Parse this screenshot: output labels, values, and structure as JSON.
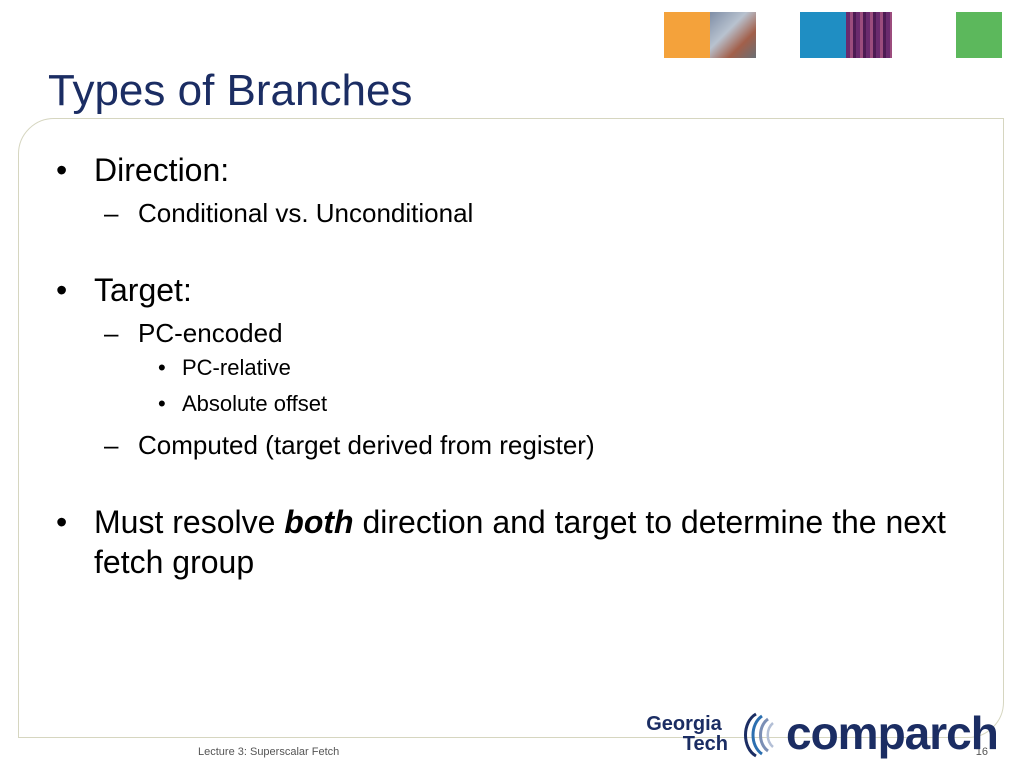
{
  "slide": {
    "title": "Types of Branches",
    "footer": "Lecture 3: Superscalar Fetch",
    "number": "16"
  },
  "content": {
    "direction": {
      "label": "Direction:",
      "items": [
        "Conditional vs. Unconditional"
      ]
    },
    "target": {
      "label": "Target:",
      "pc_encoded": "PC-encoded",
      "pc_sub": [
        "PC-relative",
        "Absolute offset"
      ],
      "computed": "Computed (target derived from register)"
    },
    "resolve": {
      "before": "Must resolve ",
      "emphasis": "both",
      "after": " direction and target to determine the next fetch group"
    }
  },
  "markers": {
    "bullet": "•",
    "dash": "–"
  },
  "logos": {
    "gt_line1": "Georgia",
    "gt_line2": "Tech",
    "comparch": "comparch"
  },
  "colors": {
    "title": "#1b2d63",
    "tile_orange": "#f4a23b",
    "tile_blue": "#1f8ec3",
    "tile_green": "#5cb85c"
  }
}
